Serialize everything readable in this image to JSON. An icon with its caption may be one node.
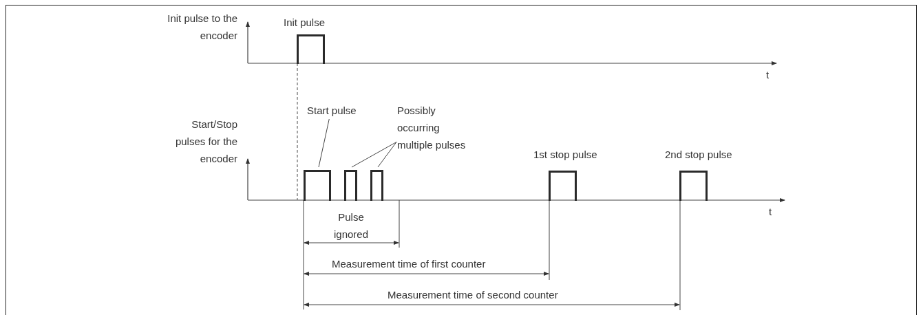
{
  "diagram": {
    "nodes": [
      {
        "text": [
          "Start pulse"
        ]
      },
      {
        "text": [
          "Possibly occurring multiple pulses"
        ]
      },
      {
        "text": [],
        "shape": "pulse"
      },
      {
        "text": [],
        "shape": "pulse"
      },
      {
        "text": [],
        "shape": "pulse"
      }
    ],
    "edges": [
      {
        "from": 0,
        "to": 2,
        "arrow": "none"
      },
      {
        "from": 1,
        "to": 3,
        "arrow": "none"
      },
      {
        "from": 1,
        "to": 4,
        "arrow": "none"
      }
    ],
    "labels": [
      "Init pulse to the encoder",
      "Init pulse",
      "t",
      "Start/Stop pulses for the encoder",
      "1st stop pulse",
      "2nd stop pulse",
      "t",
      "Pulse ignored",
      "Measurement time of first counter",
      "Measurement time of second counter"
    ]
  }
}
